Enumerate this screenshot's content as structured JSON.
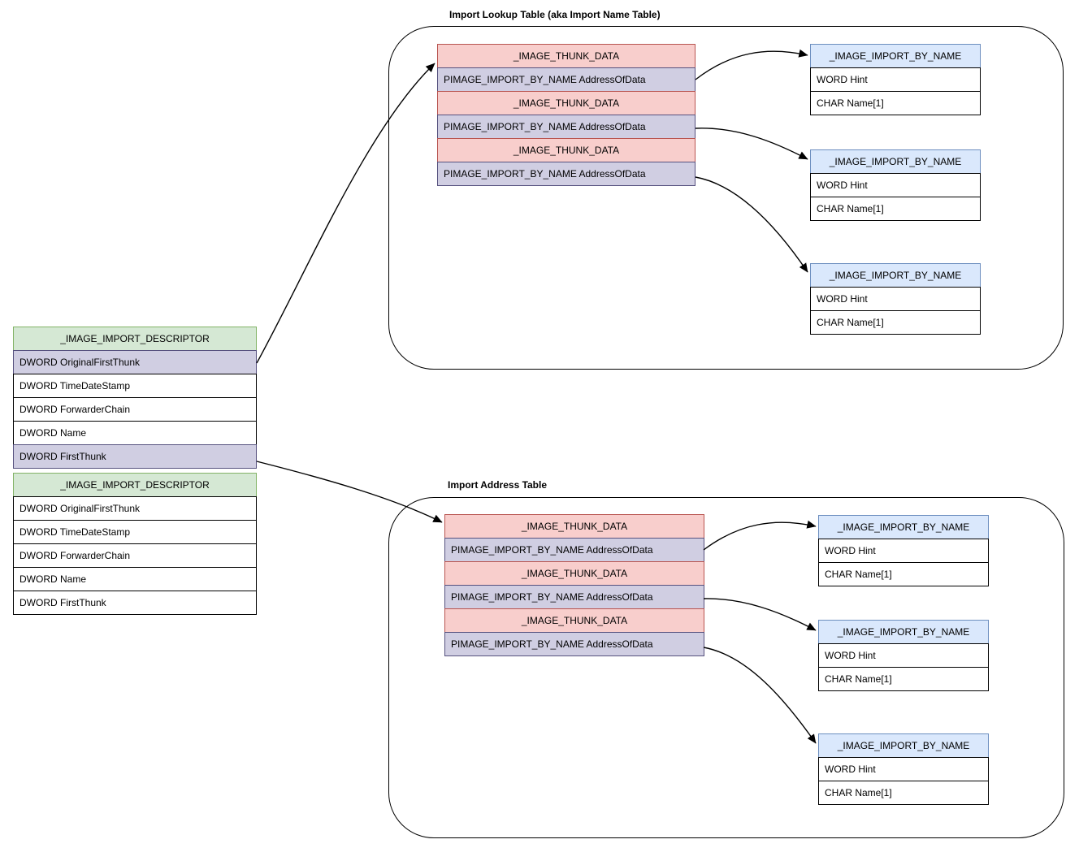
{
  "titles": {
    "import_lookup_table": "Import Lookup Table (aka Import Name Table)",
    "import_address_table": "Import Address Table"
  },
  "colors": {
    "green_fill": "#d5e8d4",
    "green_border": "#82b366",
    "pink_fill": "#f8cecc",
    "pink_border": "#b85450",
    "lavender_fill": "#d0cee2",
    "lavender_border": "#56517e",
    "blue_fill": "#dae8fc",
    "blue_border": "#6c8ebf",
    "line": "#000000"
  },
  "descriptor_table": {
    "header": "_IMAGE_IMPORT_DESCRIPTOR",
    "rows": [
      "DWORD OriginalFirstThunk",
      "DWORD TimeDateStamp",
      "DWORD ForwarderChain",
      "DWORD Name",
      "DWORD FirstThunk"
    ]
  },
  "thunk_table": {
    "header": "_IMAGE_THUNK_DATA",
    "row": "PIMAGE_IMPORT_BY_NAME AddressOfData"
  },
  "import_by_name_table": {
    "header": "_IMAGE_IMPORT_BY_NAME",
    "rows": [
      "WORD Hint",
      "CHAR Name[1]"
    ]
  }
}
